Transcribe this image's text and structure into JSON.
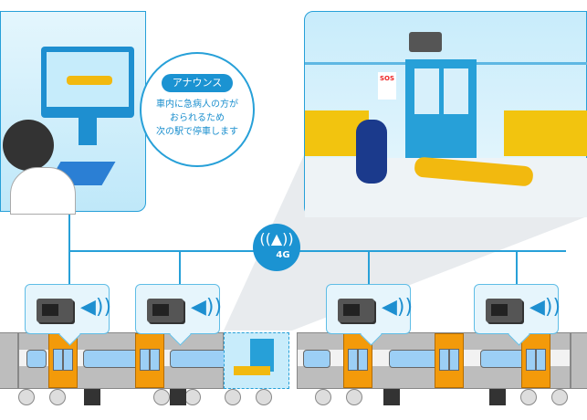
{
  "announcement": {
    "title": "アナウンス",
    "lines": [
      "車内に急病人の方が",
      "おられるため",
      "次の駅で停車します"
    ]
  },
  "car_scene": {
    "sos_label": "SOS"
  },
  "network_hub": {
    "label": "4G",
    "icon": "cell-tower-icon"
  },
  "speakers": [
    {
      "icon": "speaker-device-icon"
    },
    {
      "icon": "speaker-device-icon"
    },
    {
      "icon": "speaker-device-icon"
    },
    {
      "icon": "speaker-device-icon"
    }
  ],
  "colors": {
    "accent": "#27a0d8",
    "door": "#f39a0a",
    "body": "#bdbdbd"
  }
}
